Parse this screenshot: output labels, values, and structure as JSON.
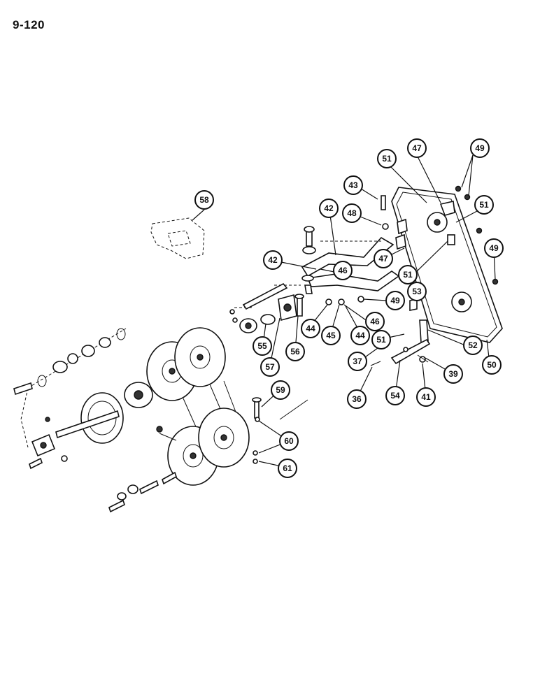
{
  "page_number": "9-120",
  "callouts": [
    "58",
    "43",
    "42",
    "48",
    "47",
    "51",
    "47",
    "49",
    "51",
    "42",
    "46",
    "47",
    "51",
    "49",
    "53",
    "49",
    "46",
    "44",
    "45",
    "44",
    "51",
    "52",
    "37",
    "39",
    "50",
    "36",
    "54",
    "41",
    "55",
    "57",
    "56",
    "59",
    "60",
    "61"
  ]
}
